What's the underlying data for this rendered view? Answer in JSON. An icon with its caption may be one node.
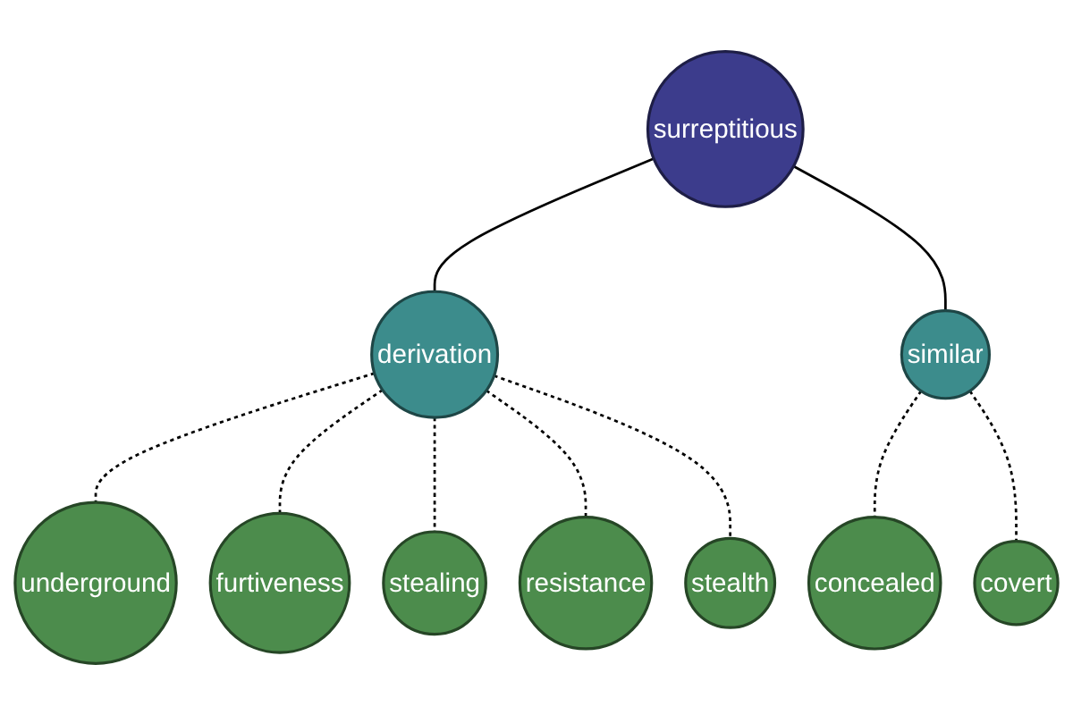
{
  "diagram": {
    "nodes": [
      {
        "text": [
          "underground"
        ]
      },
      {
        "text": [
          "furtiveness"
        ]
      },
      {
        "text": [
          "stealing"
        ]
      },
      {
        "text": [
          "derivation"
        ]
      },
      {
        "text": [
          "resistance"
        ]
      },
      {
        "text": [
          "surreptitious"
        ]
      },
      {
        "text": [
          "stealth"
        ]
      },
      {
        "text": [
          "similar"
        ]
      },
      {
        "text": [
          "concealed"
        ]
      },
      {
        "text": [
          "covert"
        ]
      }
    ],
    "edges": [
      {
        "from": 5,
        "to": 3,
        "arrow": "none"
      },
      {
        "from": 5,
        "to": 7,
        "arrow": "none"
      },
      {
        "from": 3,
        "to": 0,
        "arrow": "none",
        "style": "dashed"
      },
      {
        "from": 3,
        "to": 1,
        "arrow": "none",
        "style": "dashed"
      },
      {
        "from": 3,
        "to": 2,
        "arrow": "none",
        "style": "dashed"
      },
      {
        "from": 3,
        "to": 4,
        "arrow": "none",
        "style": "dashed"
      },
      {
        "from": 3,
        "to": 6,
        "arrow": "none",
        "style": "dashed"
      },
      {
        "from": 7,
        "to": 8,
        "arrow": "none",
        "style": "dashed"
      },
      {
        "from": 7,
        "to": 9,
        "arrow": "none",
        "style": "dashed"
      }
    ]
  }
}
